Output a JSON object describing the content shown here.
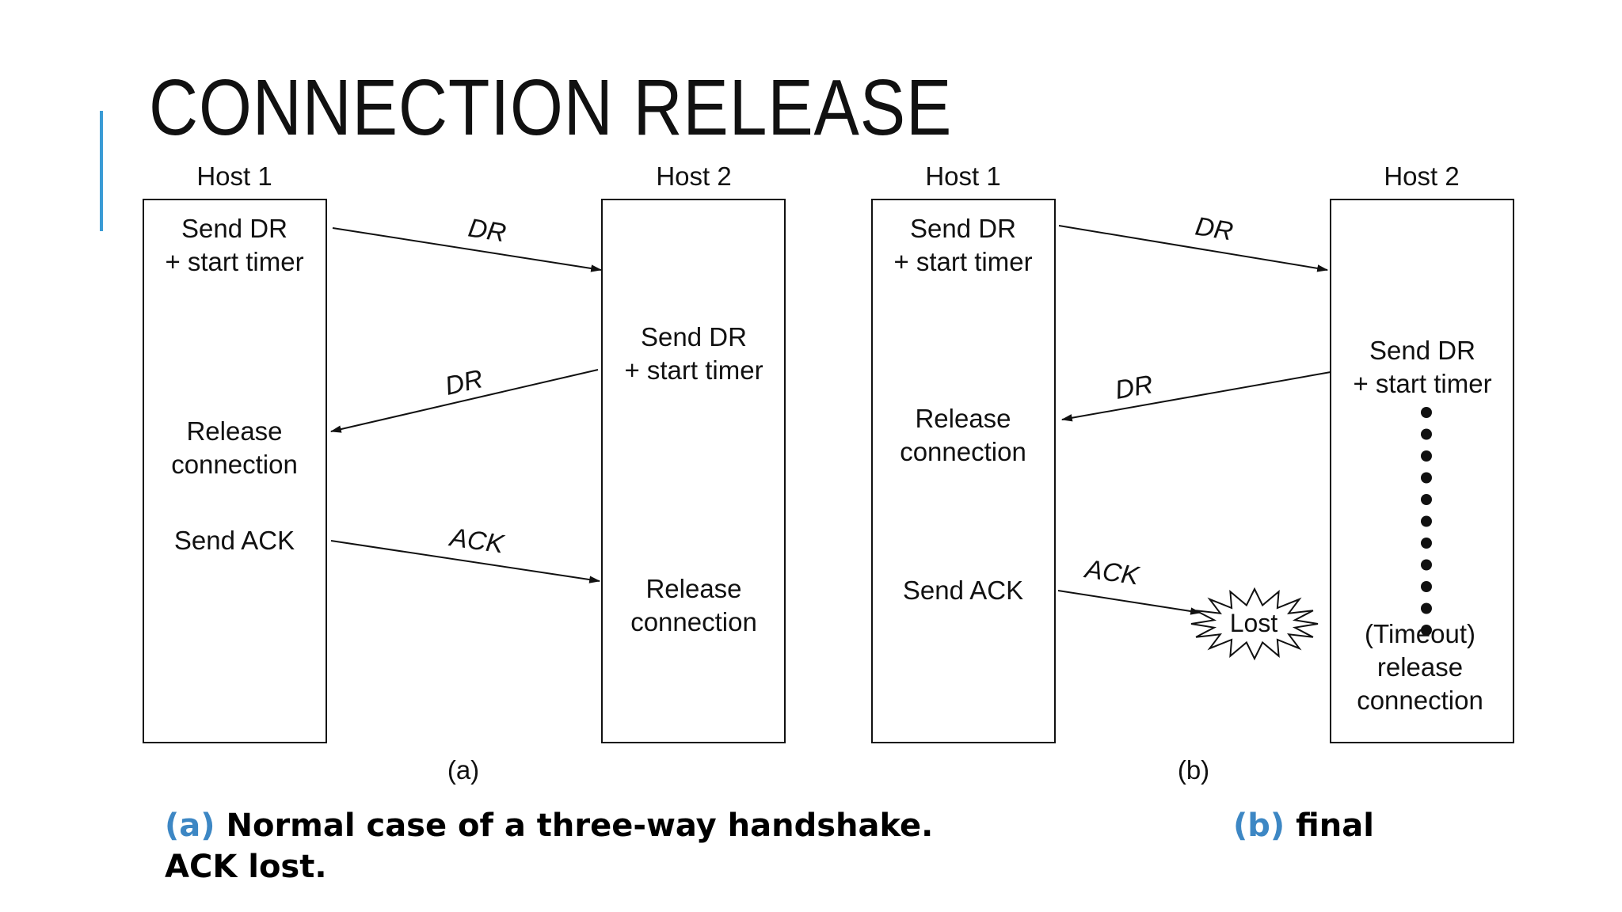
{
  "slide": {
    "title": "CONNECTION RELEASE",
    "accent_color": "#3a9bd5"
  },
  "diagram_a": {
    "host1": "Host 1",
    "host2": "Host 2",
    "h1_send_dr": [
      "Send DR",
      "+ start timer"
    ],
    "h2_send_dr": [
      "Send DR",
      "+ start timer"
    ],
    "h1_release": [
      "Release",
      "connection"
    ],
    "h1_send_ack": "Send ACK",
    "h2_release": [
      "Release",
      "connection"
    ],
    "msg_dr_1": "DR",
    "msg_dr_2": "DR",
    "msg_ack": "ACK",
    "label": "(a)"
  },
  "diagram_b": {
    "host1": "Host 1",
    "host2": "Host 2",
    "h1_send_dr": [
      "Send DR",
      "+ start timer"
    ],
    "h2_send_dr": [
      "Send DR",
      "+ start timer"
    ],
    "h1_release": [
      "Release",
      "connection"
    ],
    "h1_send_ack": "Send ACK",
    "h2_timeout": [
      "(Timeout)",
      "release",
      "connection"
    ],
    "msg_dr_1": "DR",
    "msg_dr_2": "DR",
    "msg_ack": "ACK",
    "lost": "Lost",
    "label": "(b)"
  },
  "captions": {
    "a_tag": "(a)",
    "a_text": " Normal case of a three-way handshake.",
    "b_tag": "(b)",
    "b_text": " final",
    "line2": "ACK lost."
  }
}
